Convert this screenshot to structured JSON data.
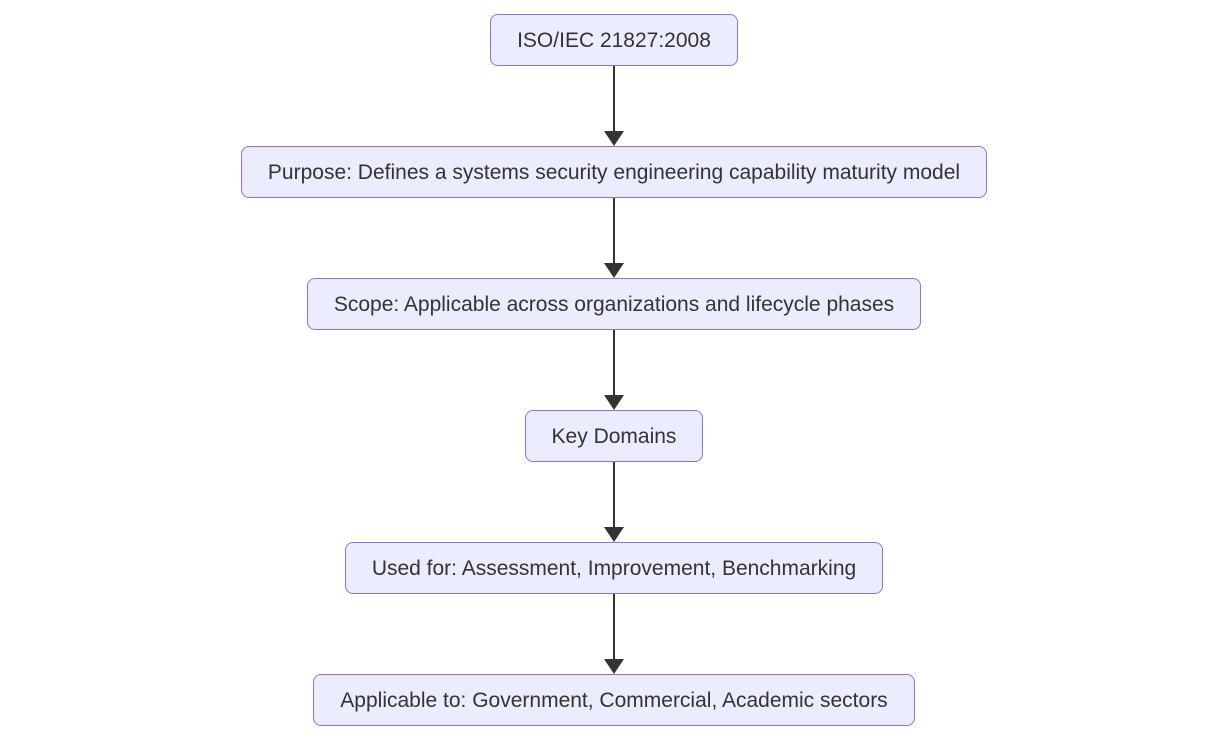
{
  "diagram": {
    "type": "flowchart-vertical",
    "nodes": [
      {
        "id": "root",
        "label": "ISO/IEC 21827:2008"
      },
      {
        "id": "purpose",
        "label": "Purpose: Defines a systems security engineering capability maturity model"
      },
      {
        "id": "scope",
        "label": "Scope: Applicable across organizations and lifecycle phases"
      },
      {
        "id": "key-domains",
        "label": "Key Domains"
      },
      {
        "id": "used-for",
        "label": "Used for: Assessment, Improvement, Benchmarking"
      },
      {
        "id": "applicable-to",
        "label": "Applicable to: Government, Commercial, Academic sectors"
      }
    ],
    "edges": [
      {
        "from": "root",
        "to": "purpose"
      },
      {
        "from": "purpose",
        "to": "scope"
      },
      {
        "from": "scope",
        "to": "key-domains"
      },
      {
        "from": "key-domains",
        "to": "used-for"
      },
      {
        "from": "used-for",
        "to": "applicable-to"
      }
    ],
    "colors": {
      "node_fill": "#ECECFF",
      "node_border": "#9370DB",
      "text": "#333333",
      "arrow": "#333333",
      "background": "#FFFFFF"
    }
  }
}
